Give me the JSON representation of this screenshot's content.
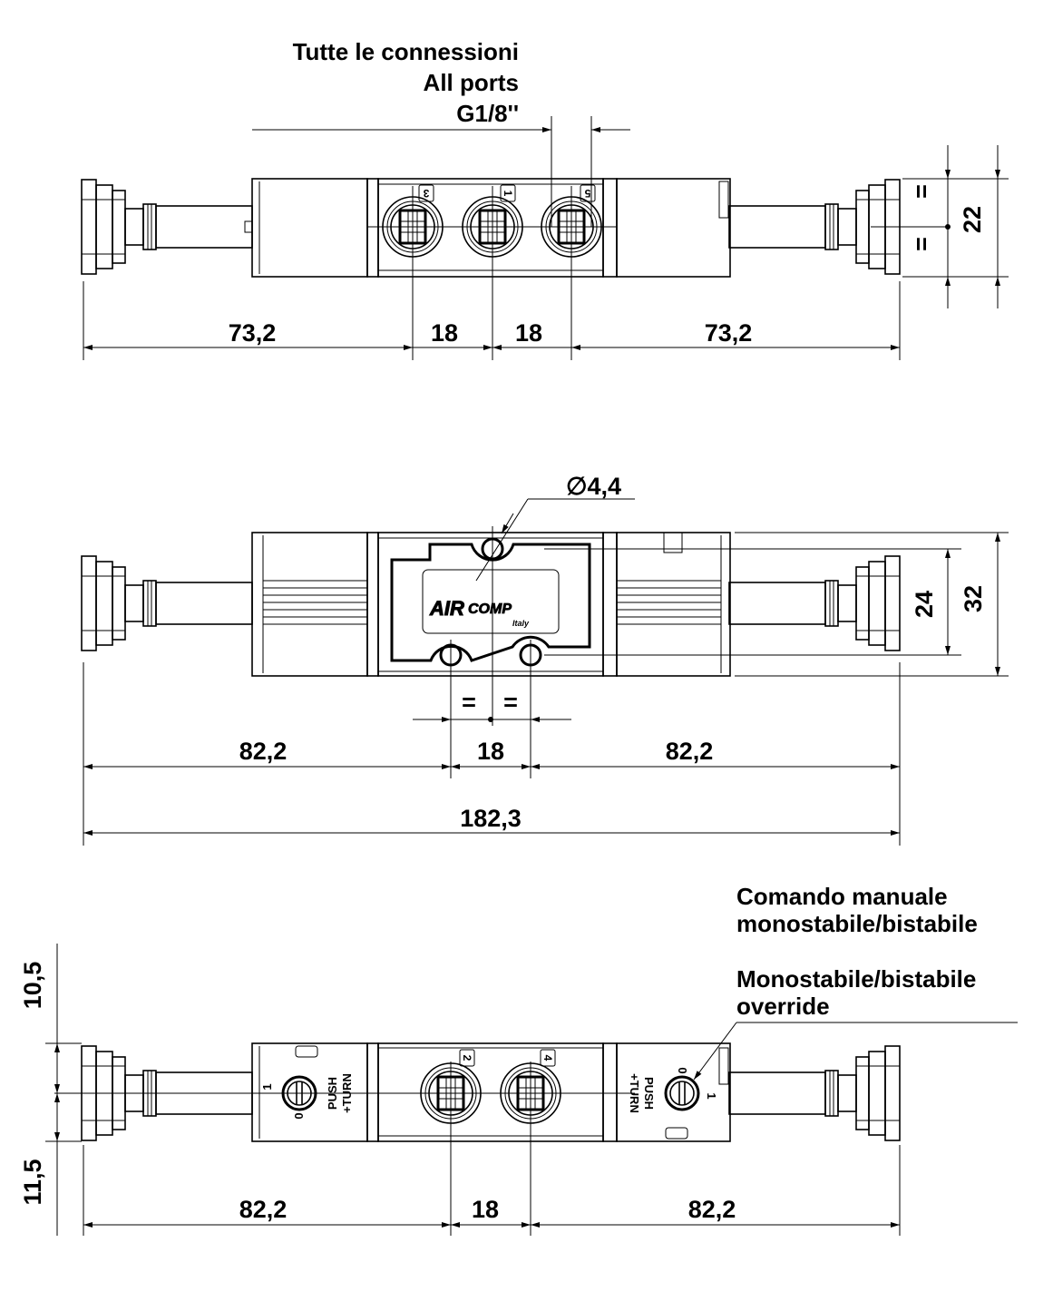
{
  "top_view": {
    "note_it": "Tutte le connessioni",
    "note_en": "All ports",
    "thread": "G1/8''",
    "ports": [
      "3",
      "1",
      "5"
    ],
    "dims": {
      "left": "73,2",
      "pitch_a": "18",
      "pitch_b": "18",
      "right": "73,2",
      "height": "22",
      "eq_top": "=",
      "eq_bottom": "="
    }
  },
  "middle_view": {
    "hole": "∅4,4",
    "logo": "AIRCOMP Italy",
    "dims": {
      "left": "82,2",
      "pitch": "18",
      "right": "82,2",
      "overall": "182,3",
      "inner_height": "24",
      "outer_height": "32",
      "eq_left": "=",
      "eq_right": "="
    }
  },
  "bottom_view": {
    "note_it_1": "Comando manuale",
    "note_it_2": "monostabile/bistabile",
    "note_en_1": "Monostabile/bistabile",
    "note_en_2": "override",
    "ports": [
      "2",
      "4"
    ],
    "override_label_1": "PUSH",
    "override_label_2": "+TURN",
    "pos_1": "1",
    "pos_0": "0",
    "dims": {
      "upper": "10,5",
      "lower": "11,5",
      "left": "82,2",
      "pitch": "18",
      "right": "82,2"
    }
  }
}
